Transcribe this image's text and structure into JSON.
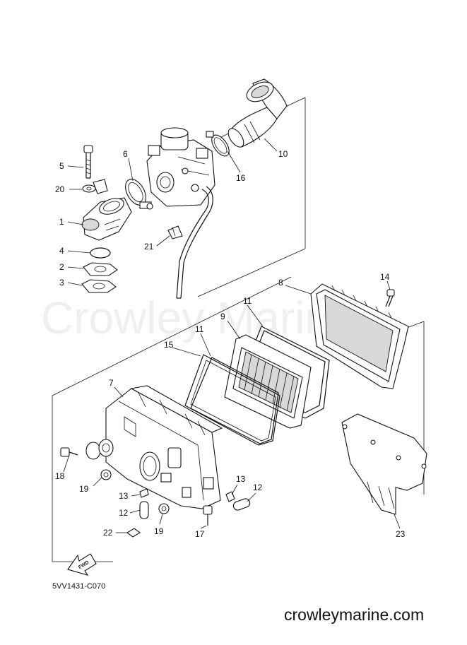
{
  "watermark": "Crowley Marine",
  "diagram_code": "5VV1431-C070",
  "website": "crowleymarine.com",
  "fwd_label": "FWD",
  "parts": {
    "p1": "1",
    "p2": "2",
    "p3": "3",
    "p4": "4",
    "p5": "5",
    "p6": "6",
    "p7": "7",
    "p8": "8",
    "p9": "9",
    "p10": "10",
    "p11a": "11",
    "p11b": "11",
    "p12a": "12",
    "p12b": "12",
    "p13a": "13",
    "p13b": "13",
    "p14": "14",
    "p15": "15",
    "p16": "16",
    "p17": "17",
    "p18": "18",
    "p19a": "19",
    "p19b": "19",
    "p20": "20",
    "p21": "21",
    "p22": "22",
    "p23": "23"
  }
}
